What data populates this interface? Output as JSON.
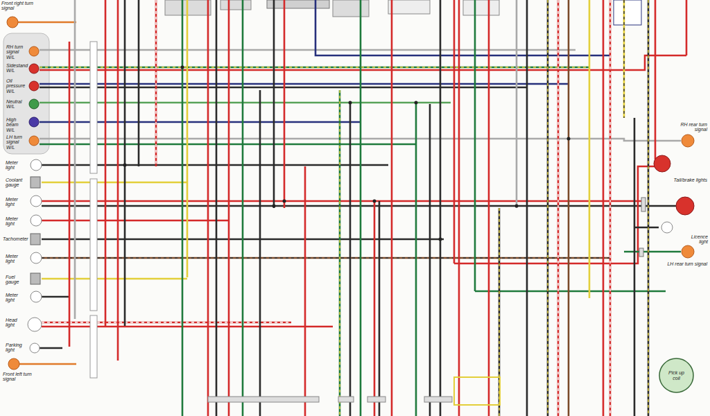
{
  "diagram": {
    "nodes": [
      {
        "text": [
          "Pick up coil"
        ]
      }
    ],
    "labels": [
      "Front right turn signal",
      "RH turn signal W/L",
      "Sidestand W/L",
      "Oil pressure W/L",
      "Neutral W/L",
      "High beam W/L",
      "LH turn signal W/L",
      "Meter light",
      "Coolant gauge",
      "Meter light",
      "Meter light",
      "Tachometer",
      "Meter light",
      "Fuel gauge",
      "Meter light",
      "Head light",
      "Parking light",
      "Front left turn signal",
      "RH rear turn signal",
      "Tail/brake lights",
      "Licence light",
      "LH rear turn signal"
    ]
  }
}
